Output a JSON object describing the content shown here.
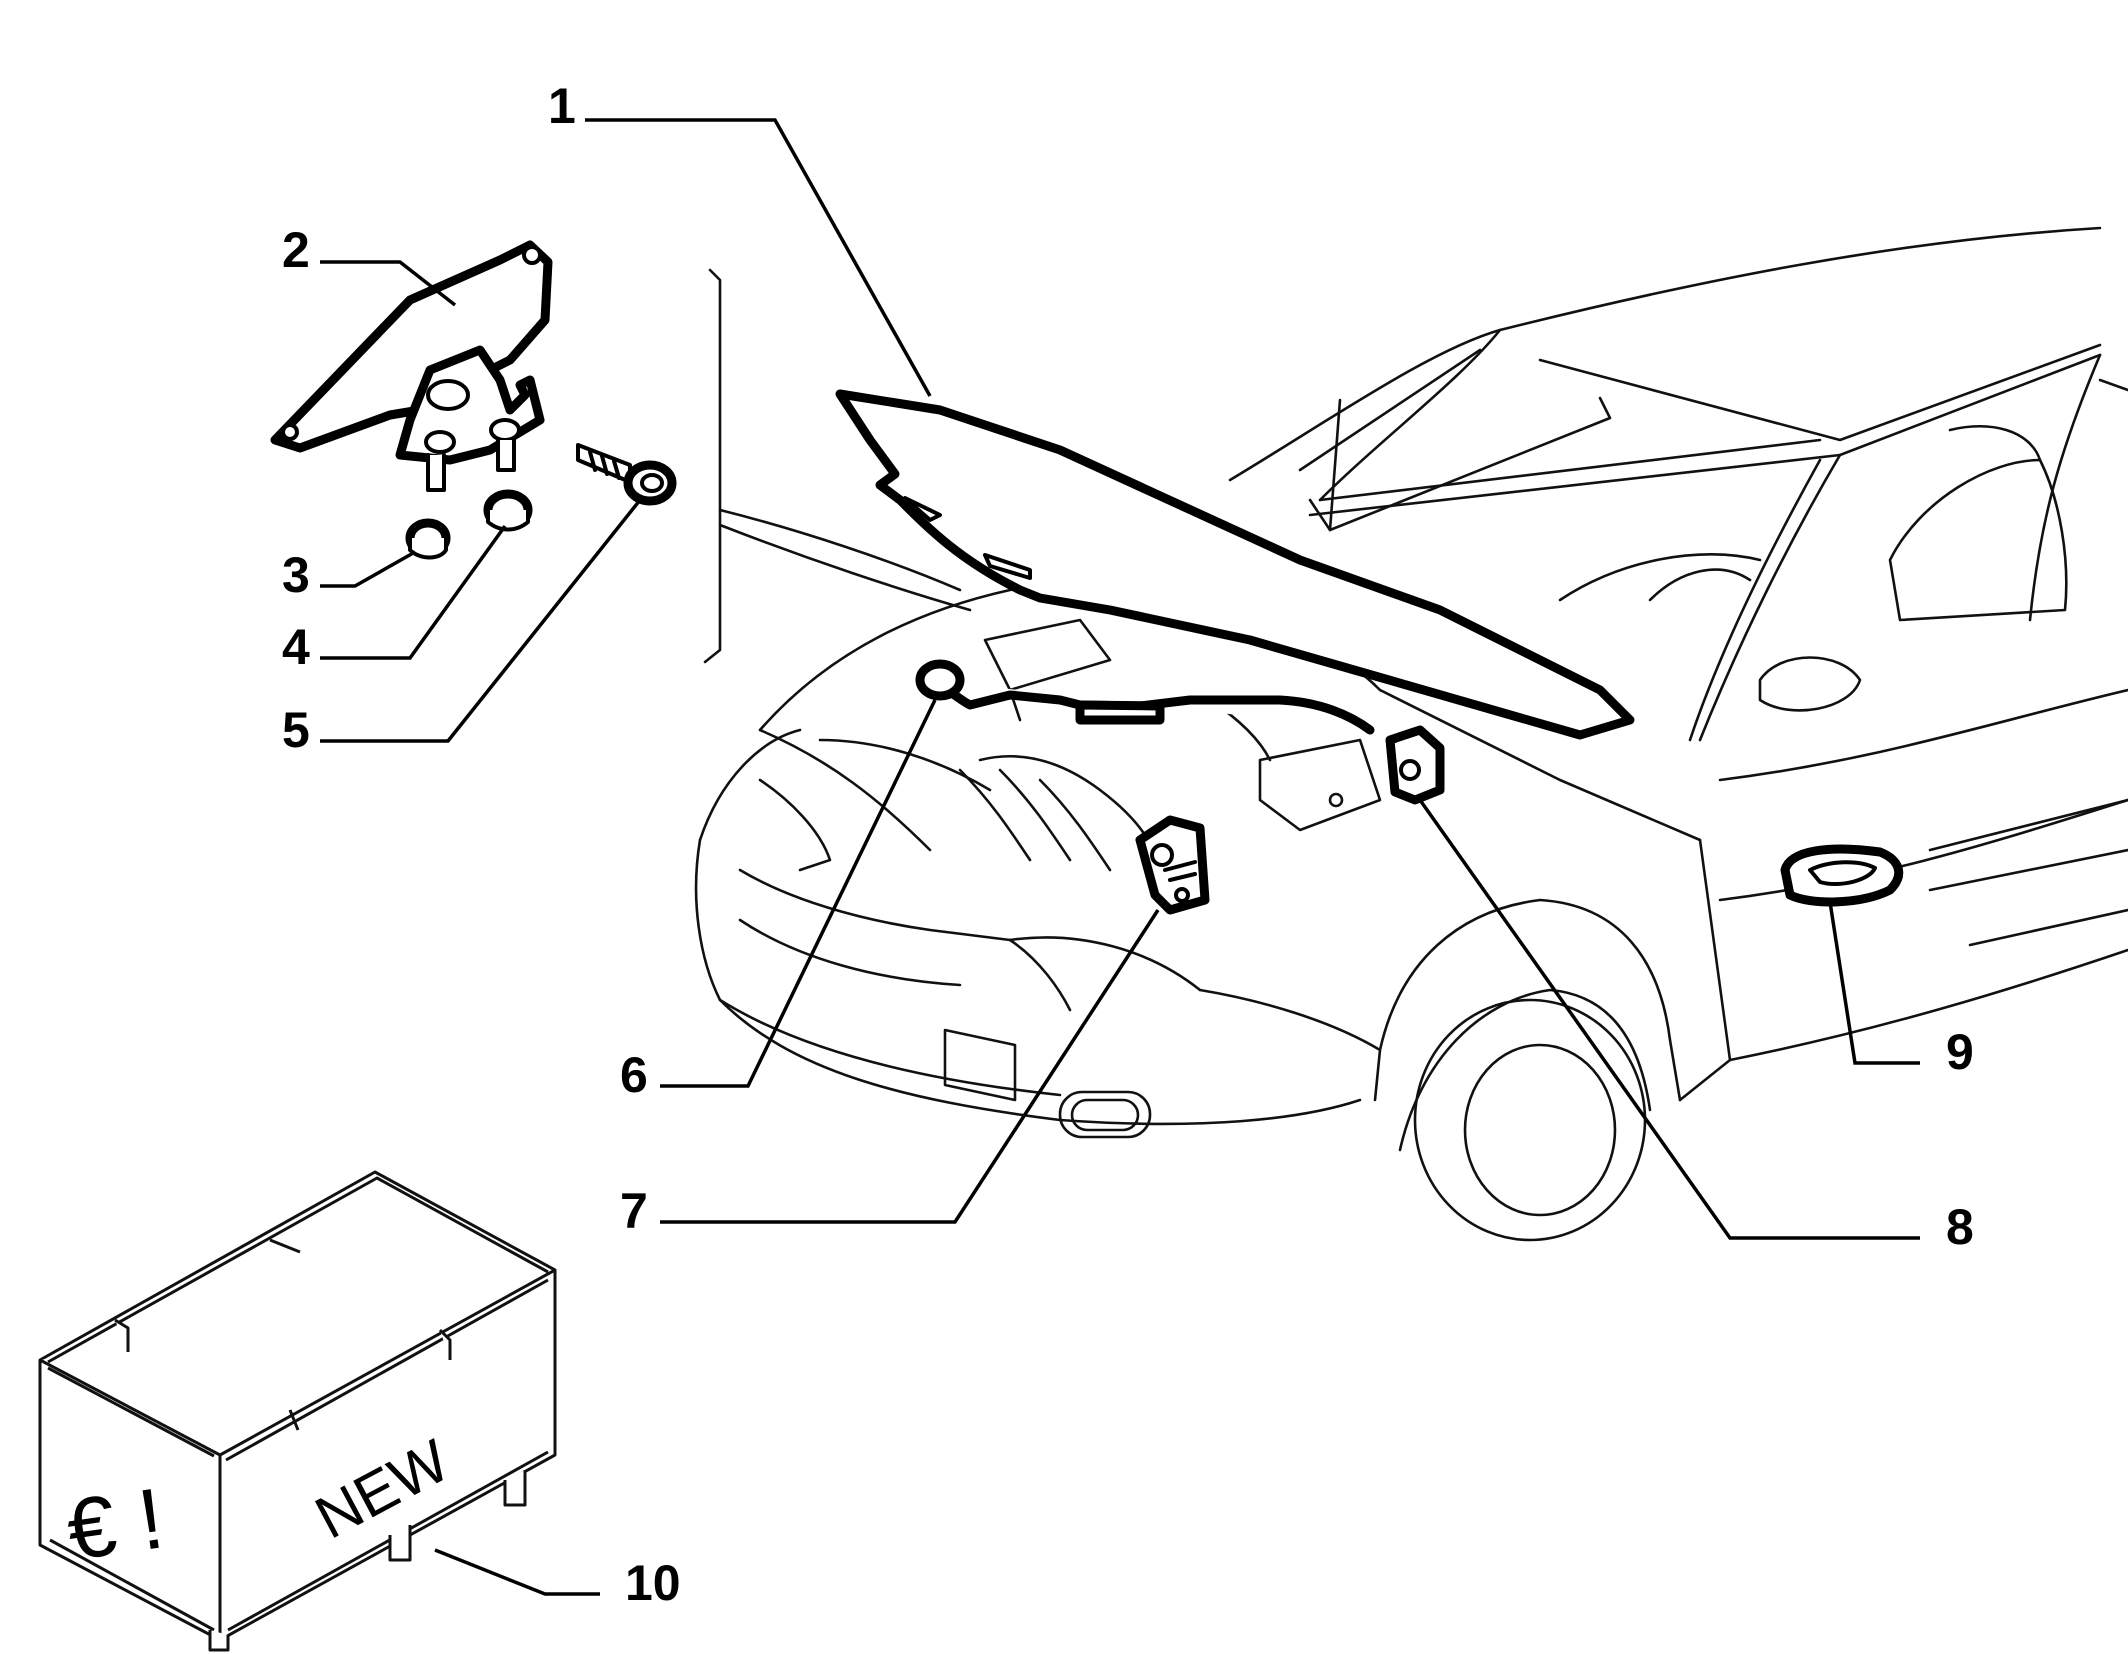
{
  "diagram": {
    "callouts": [
      "1",
      "2",
      "3",
      "4",
      "5",
      "6",
      "7",
      "8",
      "9",
      "10"
    ],
    "crate_text": {
      "left_face": "€ !",
      "front_face": "NEW"
    }
  }
}
